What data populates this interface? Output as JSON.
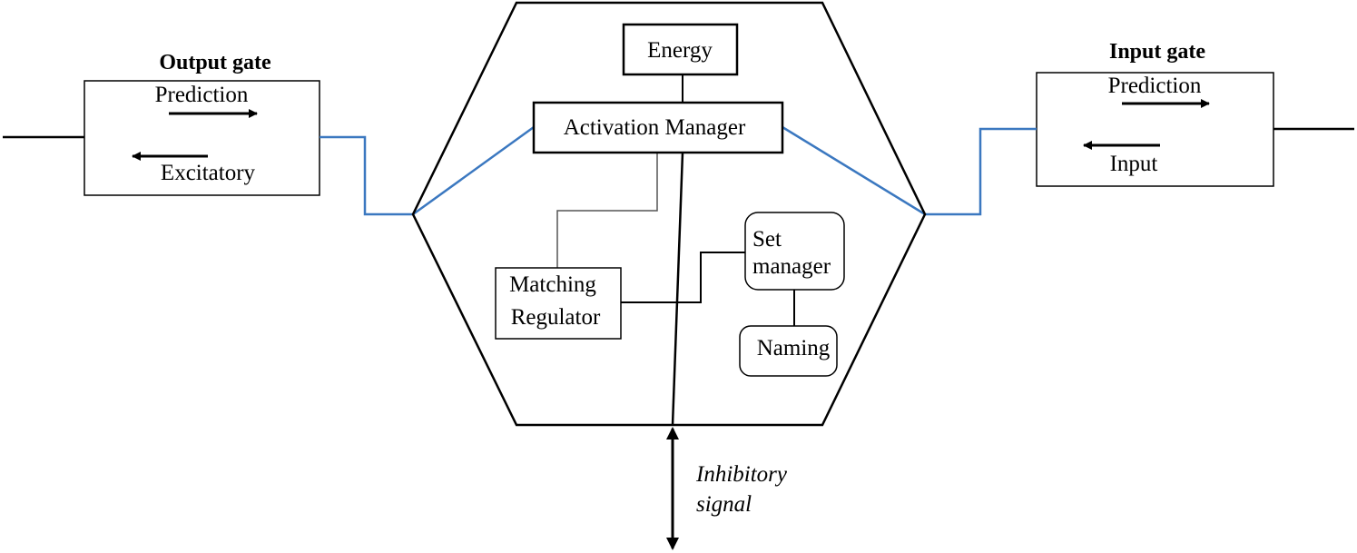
{
  "output_gate": {
    "title": "Output gate",
    "prediction_label": "Prediction",
    "excitatory_label": "Excitatory"
  },
  "input_gate": {
    "title": "Input gate",
    "prediction_label": "Prediction",
    "input_label": "Input"
  },
  "hexagon": {
    "energy_label": "Energy",
    "activation_manager_label": "Activation Manager",
    "matching_regulator_label": [
      "Matching",
      "Regulator"
    ],
    "set_manager_label": [
      "Set",
      "manager"
    ],
    "naming_label": "Naming"
  },
  "inhibitory_signal_label": [
    "Inhibitory",
    "signal"
  ],
  "colors": {
    "connector_blue": "#3b78c0",
    "stroke": "#000000",
    "thin_connector": "#555555"
  }
}
